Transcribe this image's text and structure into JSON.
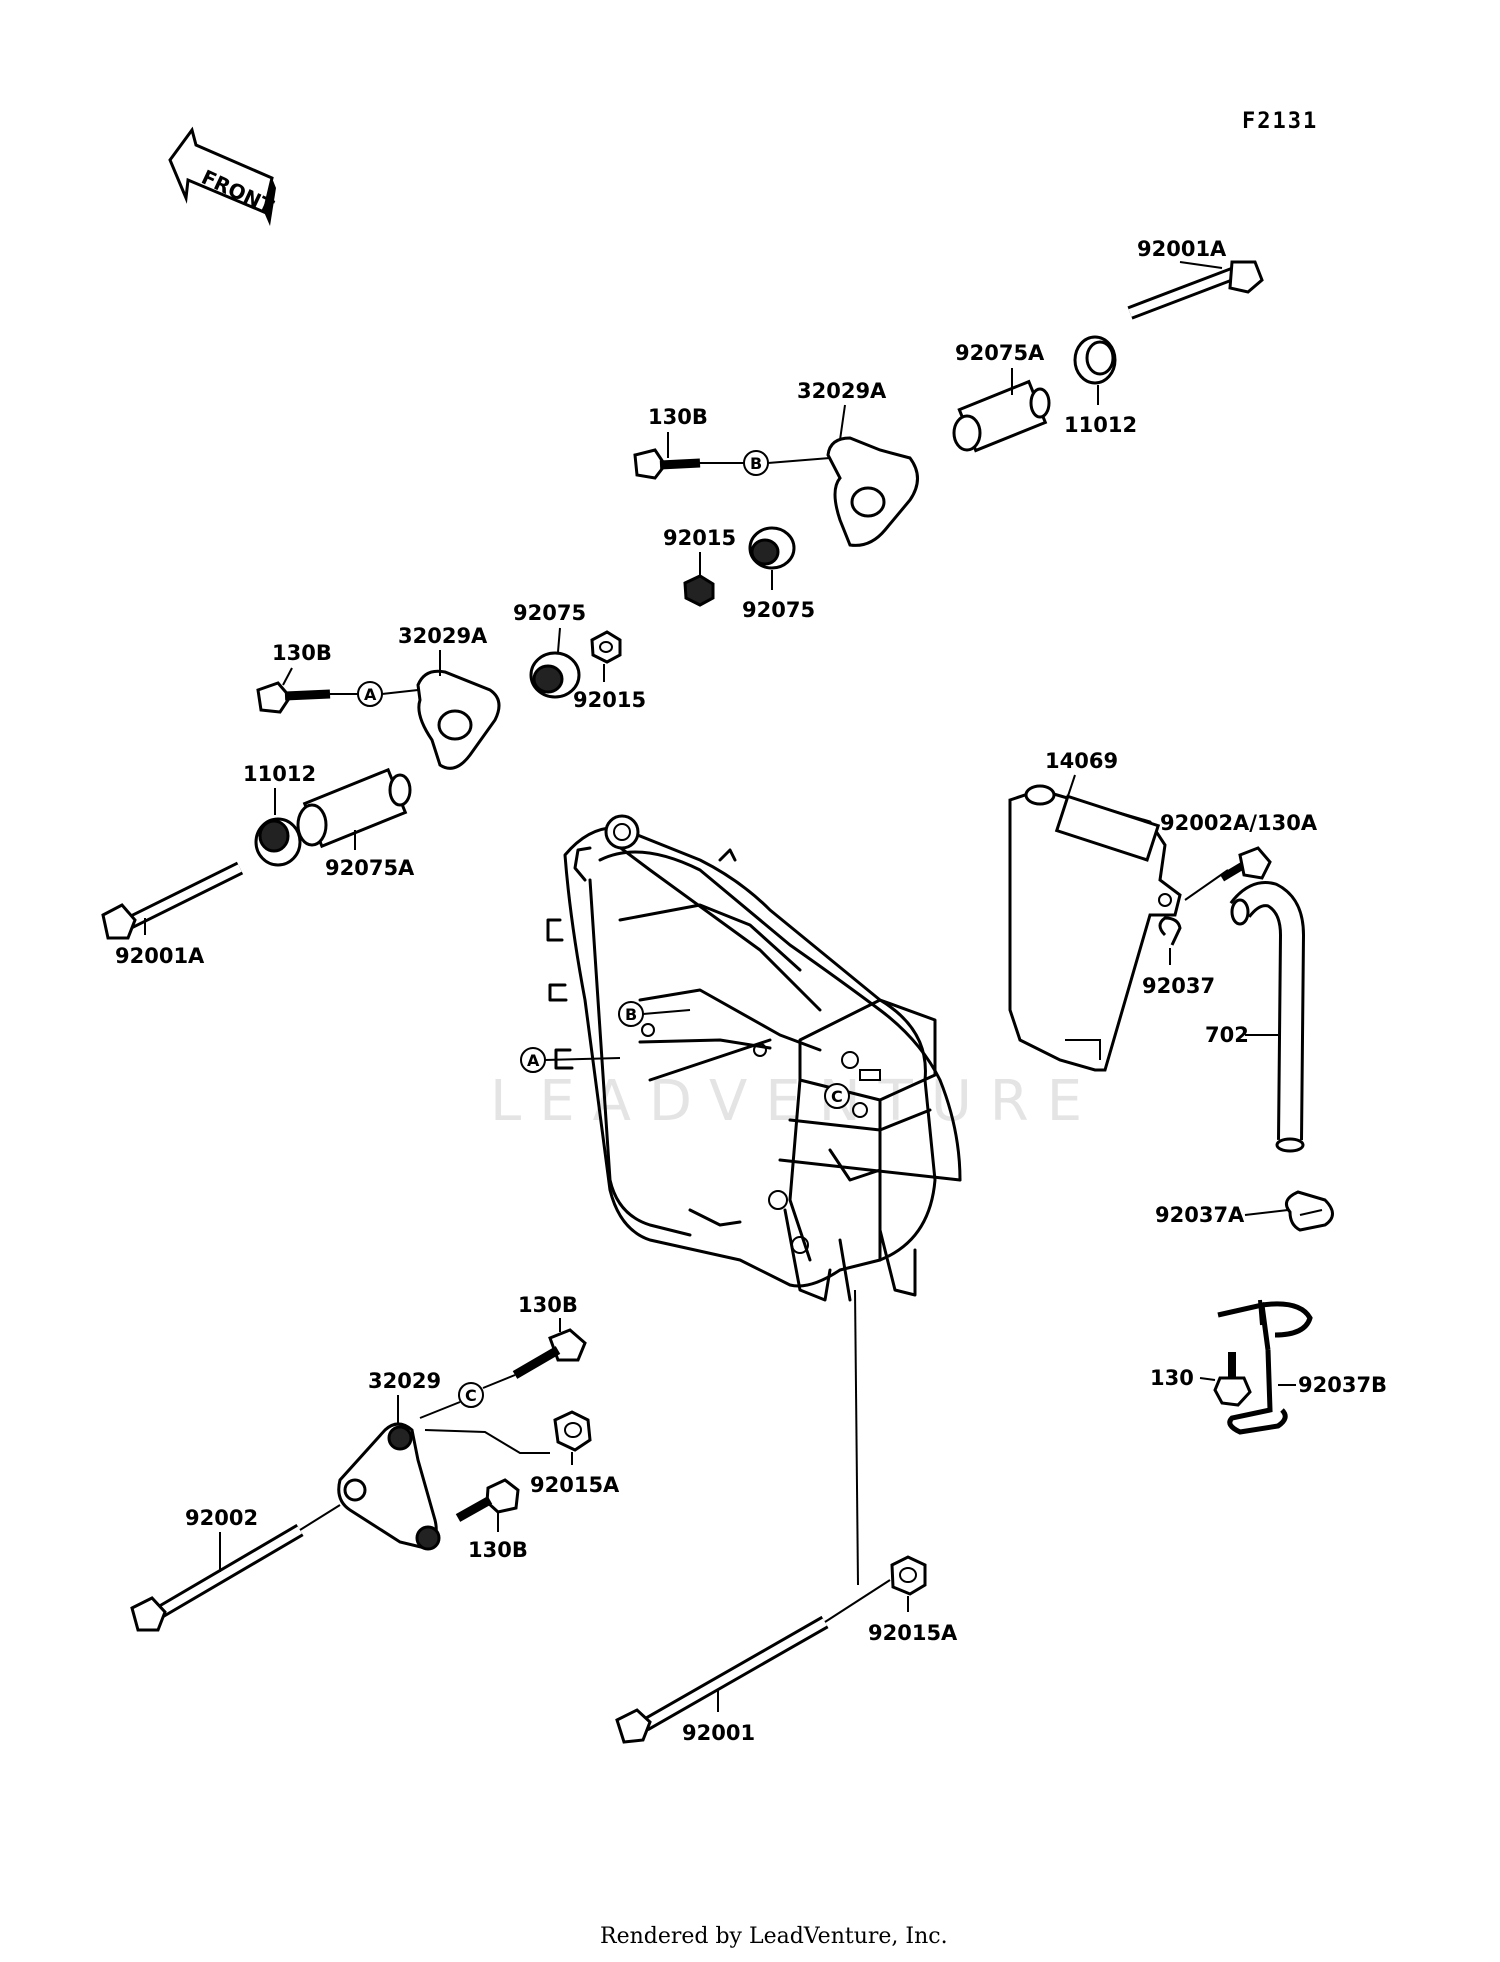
{
  "figure_id": "F2131",
  "front_arrow_label": "FRONT",
  "watermark_text": "LEADVENTURE",
  "footer": "Rendered by LeadVenture, Inc.",
  "reference_markers": {
    "a": "A",
    "b": "B",
    "c": "C"
  },
  "part_labels": {
    "p92001A_top": "92001A",
    "p92075A_top": "92075A",
    "p11012_top": "11012",
    "p130B_top": "130B",
    "p32029A_top": "32029A",
    "p92015_top": "92015",
    "p92075_top": "92075",
    "p130B_mid": "130B",
    "p32029A_mid": "32029A",
    "p92075_mid": "92075",
    "p92015_mid": "92015",
    "p11012_mid": "11012",
    "p92075A_mid": "92075A",
    "p92001A_left": "92001A",
    "p14069": "14069",
    "p92002A_130A": "92002A/130A",
    "p92037": "92037",
    "p702": "702",
    "p92037A": "92037A",
    "p130": "130",
    "p92037B": "92037B",
    "p130B_low": "130B",
    "p32029": "32029",
    "p92015A_low": "92015A",
    "p92002": "92002",
    "p130B_low2": "130B",
    "p92015A_bottom": "92015A",
    "p92001": "92001"
  },
  "colors": {
    "line": "#000000",
    "background": "#ffffff",
    "watermark": "#e4e4e4"
  }
}
